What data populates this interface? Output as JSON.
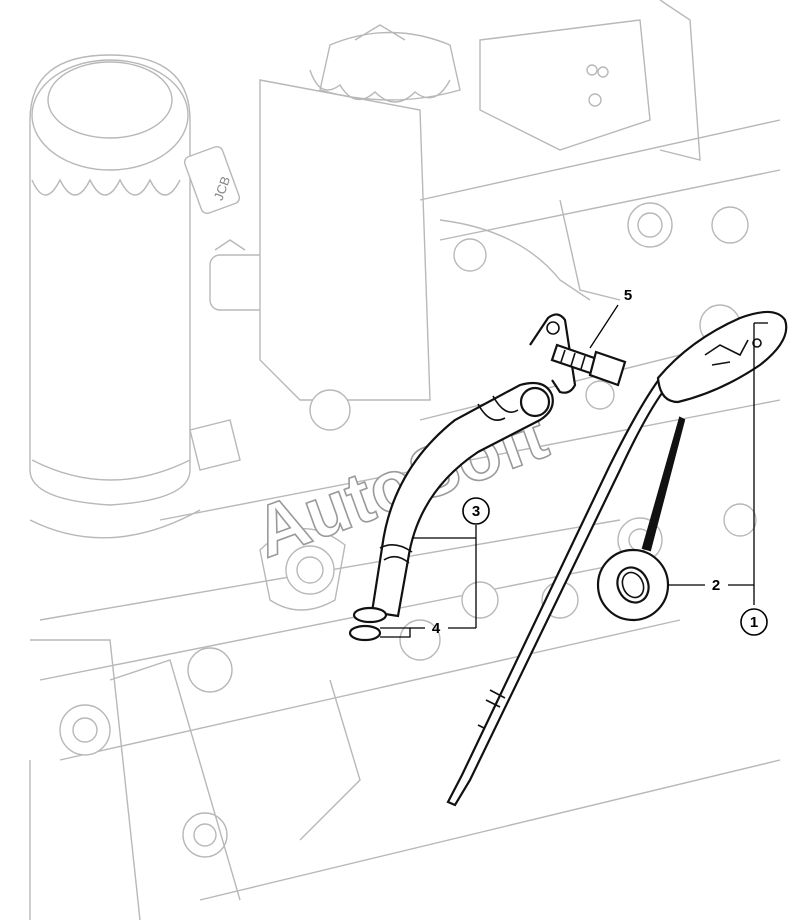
{
  "watermark": "AutoSoft",
  "callouts": [
    {
      "id": "1",
      "label": "1",
      "circled": true
    },
    {
      "id": "2",
      "label": "2",
      "circled": false
    },
    {
      "id": "3",
      "label": "3",
      "circled": true
    },
    {
      "id": "4",
      "label": "4",
      "circled": false
    },
    {
      "id": "5",
      "label": "5",
      "circled": false
    }
  ],
  "engine_marking": "JCB",
  "colors": {
    "part_line": "#111111",
    "background_line": "#b8b8b8",
    "watermark_outline": "#9a9a9a"
  }
}
